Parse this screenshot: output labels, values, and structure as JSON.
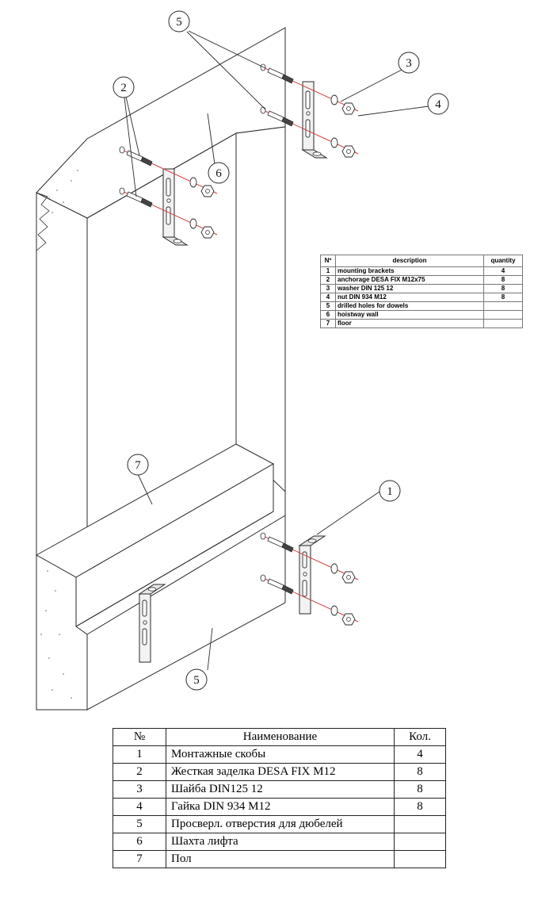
{
  "callouts": {
    "c1": "1",
    "c2": "2",
    "c3": "3",
    "c4": "4",
    "c5a": "5",
    "c5b": "5",
    "c6": "6",
    "c7": "7"
  },
  "colors": {
    "line": "#2a2a2a",
    "axis": "#d04040",
    "bracket_fill": "#f2f2f2"
  },
  "legend_en": {
    "headers": {
      "no": "Nº",
      "description": "description",
      "quantity": "quantity"
    },
    "rows": [
      {
        "no": "1",
        "description": "mounting brackets",
        "quantity": "4"
      },
      {
        "no": "2",
        "description": "anchorage DESA FIX  M12x75",
        "quantity": "8"
      },
      {
        "no": "3",
        "description": "washer DIN 125 12",
        "quantity": "8"
      },
      {
        "no": "4",
        "description": "nut DIN 934 M12",
        "quantity": "8"
      },
      {
        "no": "5",
        "description": "drilled holes for dowels",
        "quantity": ""
      },
      {
        "no": "6",
        "description": "hoistway wall",
        "quantity": ""
      },
      {
        "no": "7",
        "description": "floor",
        "quantity": ""
      }
    ]
  },
  "legend_ru": {
    "headers": {
      "no": "№",
      "description": "Наименование",
      "quantity": "Кол."
    },
    "rows": [
      {
        "no": "1",
        "description": "Монтажные скобы",
        "quantity": "4"
      },
      {
        "no": "2",
        "description": "Жесткая заделка DESA FIX M12",
        "quantity": "8"
      },
      {
        "no": "3",
        "description": "Шайба DIN125 12",
        "quantity": "8"
      },
      {
        "no": "4",
        "description": "Гайка DIN 934 M12",
        "quantity": "8"
      },
      {
        "no": "5",
        "description": "Просверл. отверстия для дюбелей",
        "quantity": ""
      },
      {
        "no": "6",
        "description": "Шахта лифта",
        "quantity": ""
      },
      {
        "no": "7",
        "description": "Пол",
        "quantity": ""
      }
    ]
  }
}
